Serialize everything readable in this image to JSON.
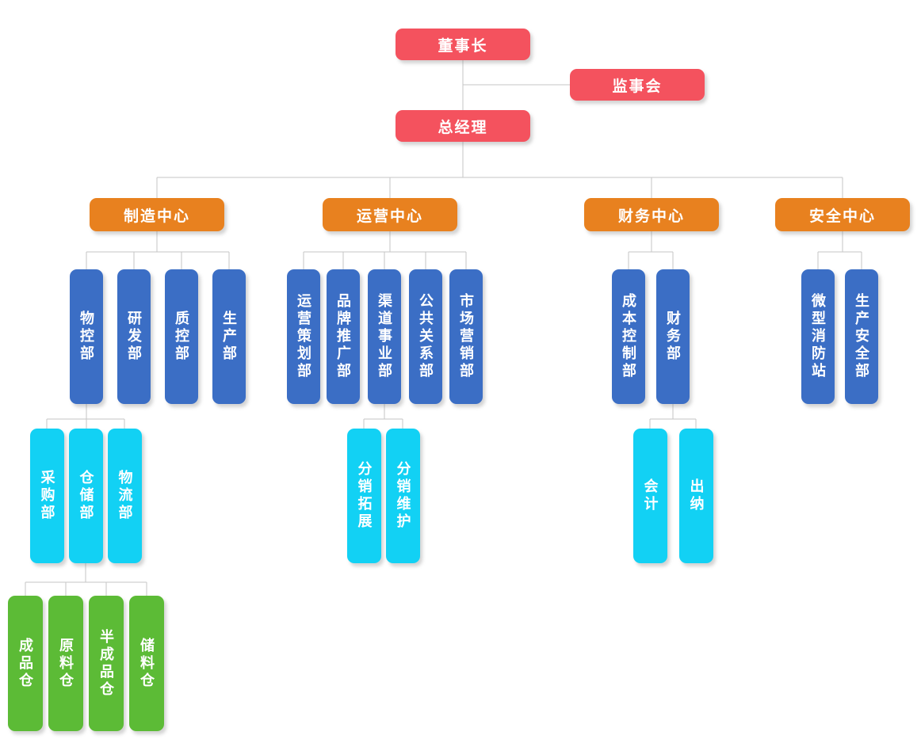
{
  "diagram_type": "org-chart",
  "colors": {
    "executive": "#f4525e",
    "center": "#e8811f",
    "department": "#3b6ec5",
    "team": "#12d1f4",
    "warehouse": "#5cbb36",
    "connector": "#c6c6c6",
    "text": "#ffffff",
    "background": "#ffffff"
  },
  "nodes": {
    "chairman": {
      "label": "董事长",
      "level": "executive",
      "children": [
        "general_manager"
      ],
      "side": [
        "supervisory_board"
      ]
    },
    "supervisory_board": {
      "label": "监事会",
      "level": "executive",
      "children": []
    },
    "general_manager": {
      "label": "总经理",
      "level": "executive",
      "children": [
        "mfg_center",
        "ops_center",
        "fin_center",
        "safety_center"
      ]
    },
    "mfg_center": {
      "label": "制造中心",
      "level": "center",
      "children": [
        "material_control",
        "rnd",
        "qc",
        "production"
      ]
    },
    "ops_center": {
      "label": "运营中心",
      "level": "center",
      "children": [
        "ops_planning",
        "brand_promo",
        "channel_business",
        "public_relations",
        "marketing"
      ]
    },
    "fin_center": {
      "label": "财务中心",
      "level": "center",
      "children": [
        "cost_control",
        "finance_dept"
      ]
    },
    "safety_center": {
      "label": "安全中心",
      "level": "center",
      "children": [
        "mini_fire_station",
        "production_safety"
      ]
    },
    "material_control": {
      "label": "物控部",
      "level": "department",
      "children": [
        "purchasing",
        "warehousing",
        "logistics"
      ]
    },
    "rnd": {
      "label": "研发部",
      "level": "department",
      "children": []
    },
    "qc": {
      "label": "质控部",
      "level": "department",
      "children": []
    },
    "production": {
      "label": "生产部",
      "level": "department",
      "children": []
    },
    "ops_planning": {
      "label": "运营策划部",
      "level": "department",
      "children": []
    },
    "brand_promo": {
      "label": "品牌推广部",
      "level": "department",
      "children": []
    },
    "channel_business": {
      "label": "渠道事业部",
      "level": "department",
      "children": [
        "dist_expansion",
        "dist_maintenance"
      ]
    },
    "public_relations": {
      "label": "公共关系部",
      "level": "department",
      "children": []
    },
    "marketing": {
      "label": "市场营销部",
      "level": "department",
      "children": []
    },
    "cost_control": {
      "label": "成本控制部",
      "level": "department",
      "children": []
    },
    "finance_dept": {
      "label": "财务部",
      "level": "department",
      "children": [
        "accounting",
        "cashier"
      ]
    },
    "mini_fire_station": {
      "label": "微型消防站",
      "level": "department",
      "children": []
    },
    "production_safety": {
      "label": "生产安全部",
      "level": "department",
      "children": []
    },
    "purchasing": {
      "label": "采购部",
      "level": "team",
      "children": []
    },
    "warehousing": {
      "label": "仓储部",
      "level": "team",
      "children": [
        "finished_goods_wh",
        "raw_material_wh",
        "semi_finished_wh",
        "storage_wh"
      ]
    },
    "logistics": {
      "label": "物流部",
      "level": "team",
      "children": []
    },
    "dist_expansion": {
      "label": "分销拓展",
      "level": "team",
      "children": []
    },
    "dist_maintenance": {
      "label": "分销维护",
      "level": "team",
      "children": []
    },
    "accounting": {
      "label": "会计",
      "level": "team",
      "children": []
    },
    "cashier": {
      "label": "出纳",
      "level": "team",
      "children": []
    },
    "finished_goods_wh": {
      "label": "成品仓",
      "level": "warehouse",
      "children": []
    },
    "raw_material_wh": {
      "label": "原料仓",
      "level": "warehouse",
      "children": []
    },
    "semi_finished_wh": {
      "label": "半成品仓",
      "level": "warehouse",
      "children": []
    },
    "storage_wh": {
      "label": "储料仓",
      "level": "warehouse",
      "children": []
    }
  }
}
